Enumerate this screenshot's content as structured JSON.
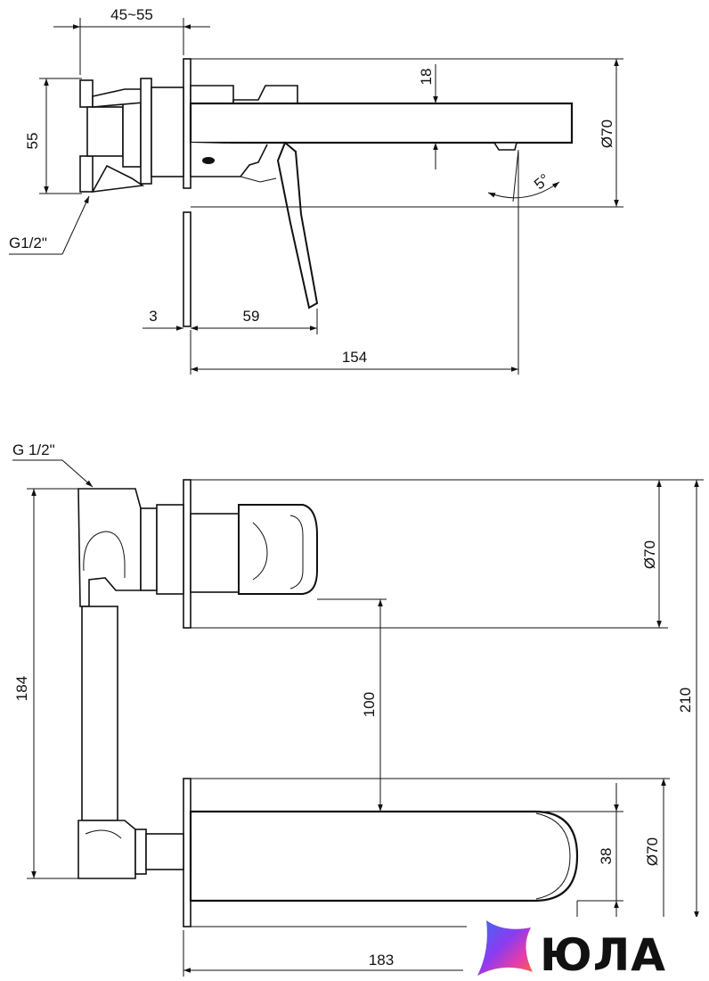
{
  "side_view": {
    "dims": {
      "wall_projection": "45~55",
      "body_height": "55",
      "thread": "G1/2\"",
      "offset": "3",
      "lever_reach": "59",
      "spout_reach": "154",
      "spout_thickness": "18",
      "plate_diameter": "Ø70",
      "angle": "5°"
    }
  },
  "front_view": {
    "dims": {
      "thread": "G 1/2\"",
      "total_height": "184",
      "spacing": "100",
      "overall_height": "210",
      "upper_plate_diameter": "Ø70",
      "lower_plate_diameter": "Ø70",
      "spout_width": "38",
      "spout_reach": "183"
    }
  },
  "logo": {
    "text": "ЮЛА",
    "colors": [
      "#3b6cf0",
      "#8a3cf0",
      "#e83ca8",
      "#f06a3c"
    ]
  }
}
